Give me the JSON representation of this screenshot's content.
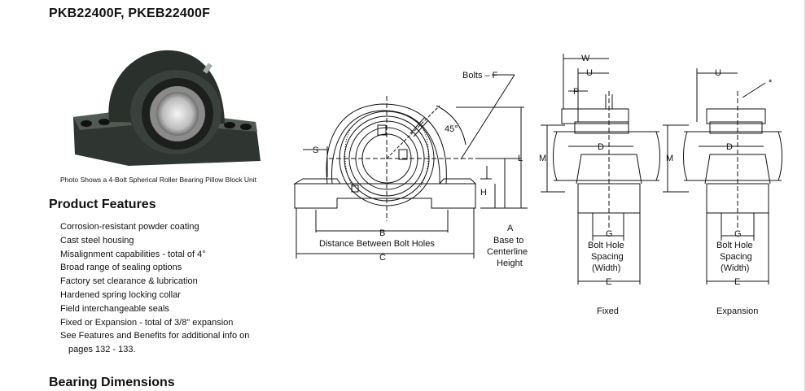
{
  "title": "PKB22400F, PKEB22400F",
  "photo_caption": "Photo Shows a 4-Bolt Spherical Roller Bearing Pillow Block Unit",
  "product_features": {
    "heading": "Product Features",
    "items": [
      "Corrosion-resistant powder coating",
      "Cast steel housing",
      "Misalignment capabilities - total of 4°",
      "Broad range of sealing options",
      "Factory set clearance & lubrication",
      "Hardened spring locking collar",
      "Field interchangeable seals",
      "Fixed or Expansion - total of 3/8\" expansion",
      "See Features and Benefits for additional info on",
      "pages 132 - 133."
    ]
  },
  "bearing_dimensions_heading": "Bearing Dimensions",
  "diagram": {
    "bolts_label": "Bolts – F",
    "angle_label": "45°",
    "s": "S",
    "h": "H",
    "l": "L",
    "a": "A",
    "b": "B",
    "c": "C",
    "bolt_holes_label": "Distance Between Bolt Holes",
    "base_label_1": "Base to",
    "base_label_2": "Centerline",
    "base_label_3": "Height",
    "w": "W",
    "u": "U",
    "p": "P",
    "m": "M",
    "d": "D",
    "g": "G",
    "e": "E",
    "star": "*",
    "spacing_1": "Bolt Hole",
    "spacing_2": "Spacing",
    "spacing_3": "(Width)",
    "fixed_label": "Fixed",
    "expansion_label": "Expansion"
  }
}
